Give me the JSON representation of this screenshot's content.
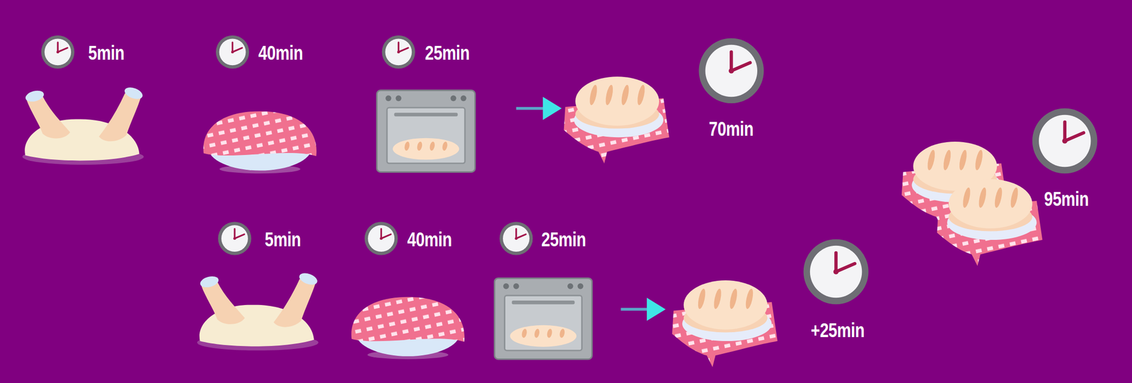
{
  "diagram": {
    "labels": [
      "5min",
      "40min",
      "25min",
      "70min",
      "5min",
      "40min",
      "25min",
      "+25min",
      "95min"
    ]
  }
}
